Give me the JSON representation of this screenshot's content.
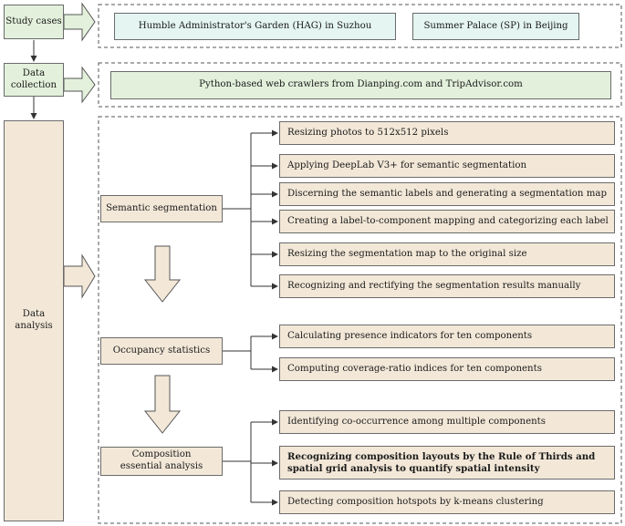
{
  "stages": {
    "study_cases": "Study cases",
    "data_collection": "Data collection",
    "data_analysis": "Data analysis"
  },
  "study_cases": {
    "case1": "Humble Administrator's Garden (HAG) in Suzhou",
    "case2": "Summer Palace (SP) in Beijing"
  },
  "data_collection": {
    "method": "Python-based web crawlers from Dianping.com and TripAdvisor.com"
  },
  "analysis": {
    "semantic_segmentation": {
      "title": "Semantic segmentation",
      "steps": [
        "Resizing photos to 512x512 pixels",
        "Applying DeepLab V3+ for semantic segmentation",
        "Discerning the semantic labels and generating a segmentation map",
        "Creating a label-to-component mapping and categorizing each label",
        "Resizing the segmentation map to the original size",
        "Recognizing and rectifying the segmentation results manually"
      ]
    },
    "occupancy_statistics": {
      "title": "Occupancy statistics",
      "steps": [
        "Calculating presence indicators for ten components",
        "Computing coverage-ratio indices for ten components"
      ]
    },
    "composition": {
      "title": "Composition essential analysis",
      "steps": [
        "Identifying co-occurrence among multiple components",
        "Recognizing composition layouts by the Rule of Thirds and spatial grid analysis to quantify spatial intensity",
        "Detecting composition hotspots by k-means clustering"
      ]
    }
  },
  "colors": {
    "stage_fill": "#e3f1dc",
    "case_fill": "#e4f5f2",
    "analysis_fill": "#f3e8d8",
    "border": "#6b6b6b"
  }
}
